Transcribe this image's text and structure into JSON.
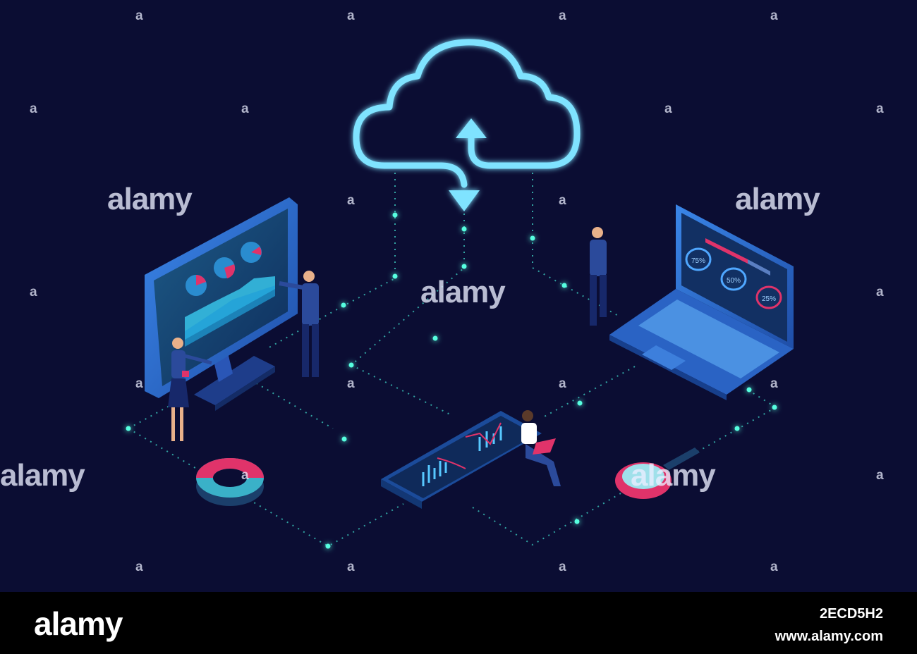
{
  "watermark": {
    "word": "alamy",
    "glyph": "a"
  },
  "footer": {
    "logo": "alamy",
    "image_id": "2ECD5H2",
    "url": "www.alamy.com"
  },
  "laptop_screen": {
    "gauge_1": "75%",
    "gauge_2": "50%",
    "gauge_3": "25%"
  },
  "colors": {
    "background": "#0b0d33",
    "cloud": "#7fe3ff",
    "accent_pink": "#e0336a",
    "device_blue": "#2f6fd8",
    "connector": "#3fd6c8"
  },
  "icons": [
    "cloud-sync-icon",
    "upload-arrow-icon",
    "download-arrow-icon",
    "donut-chart-icon",
    "magnifier-icon"
  ]
}
